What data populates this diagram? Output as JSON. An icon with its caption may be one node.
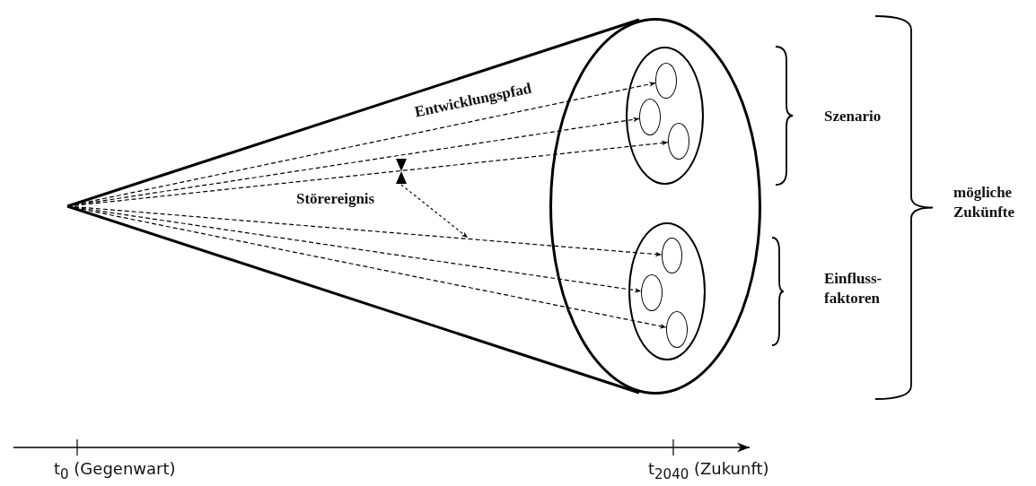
{
  "diagram": {
    "nodes": [
      {
        "text": [],
        "shape": "circle"
      },
      {
        "text": [],
        "shape": "circle",
        "in": 0
      },
      {
        "text": [],
        "shape": "circle",
        "in": 1
      },
      {
        "text": [],
        "shape": "circle",
        "in": 1
      },
      {
        "text": [],
        "shape": "circle",
        "in": 1
      },
      {
        "text": [],
        "shape": "circle",
        "in": 0
      },
      {
        "text": [],
        "shape": "circle",
        "in": 5
      },
      {
        "text": [],
        "shape": "circle",
        "in": 5
      },
      {
        "text": [],
        "shape": "circle",
        "in": 5
      },
      {
        "text": [],
        "shape": "hourglass",
        "beside": [
          "Störereignis"
        ]
      }
    ],
    "edges": [
      {
        "from": null,
        "to": 2,
        "arrow": "to",
        "style": "dashed",
        "label": "Entwicklungspfad"
      },
      {
        "from": null,
        "to": 3,
        "arrow": "to",
        "style": "dashed"
      },
      {
        "from": null,
        "to": 4,
        "arrow": "to",
        "style": "dashed"
      },
      {
        "from": null,
        "to": 6,
        "arrow": "to",
        "style": "dashed"
      },
      {
        "from": null,
        "to": 7,
        "arrow": "to",
        "style": "dashed"
      },
      {
        "from": null,
        "to": 8,
        "arrow": "to",
        "style": "dashed"
      },
      {
        "from": 9,
        "to": null,
        "arrow": "to",
        "style": "dashed"
      }
    ],
    "labels": [
      "Szenario",
      "mögliche Zukünfte",
      "Einfluss- faktoren",
      "t$_{0}$ (Gegenwart)",
      "t$_{2040}$ (Zukunft)"
    ]
  }
}
